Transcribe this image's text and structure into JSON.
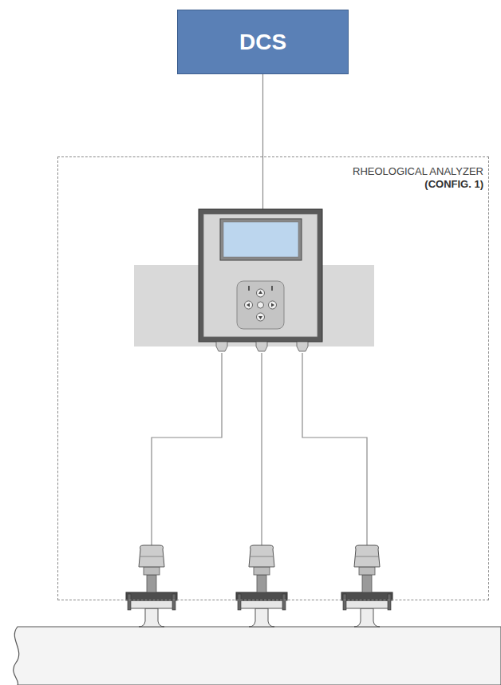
{
  "diagram": {
    "nodes": [
      {
        "text": [
          "DCS"
        ]
      },
      {
        "text": [
          "RHEOLOGICAL ANALYZER",
          "(CONFIG. 1)"
        ]
      }
    ],
    "edges": [
      {
        "from": 0,
        "to": 1,
        "arrow": "none"
      }
    ]
  }
}
